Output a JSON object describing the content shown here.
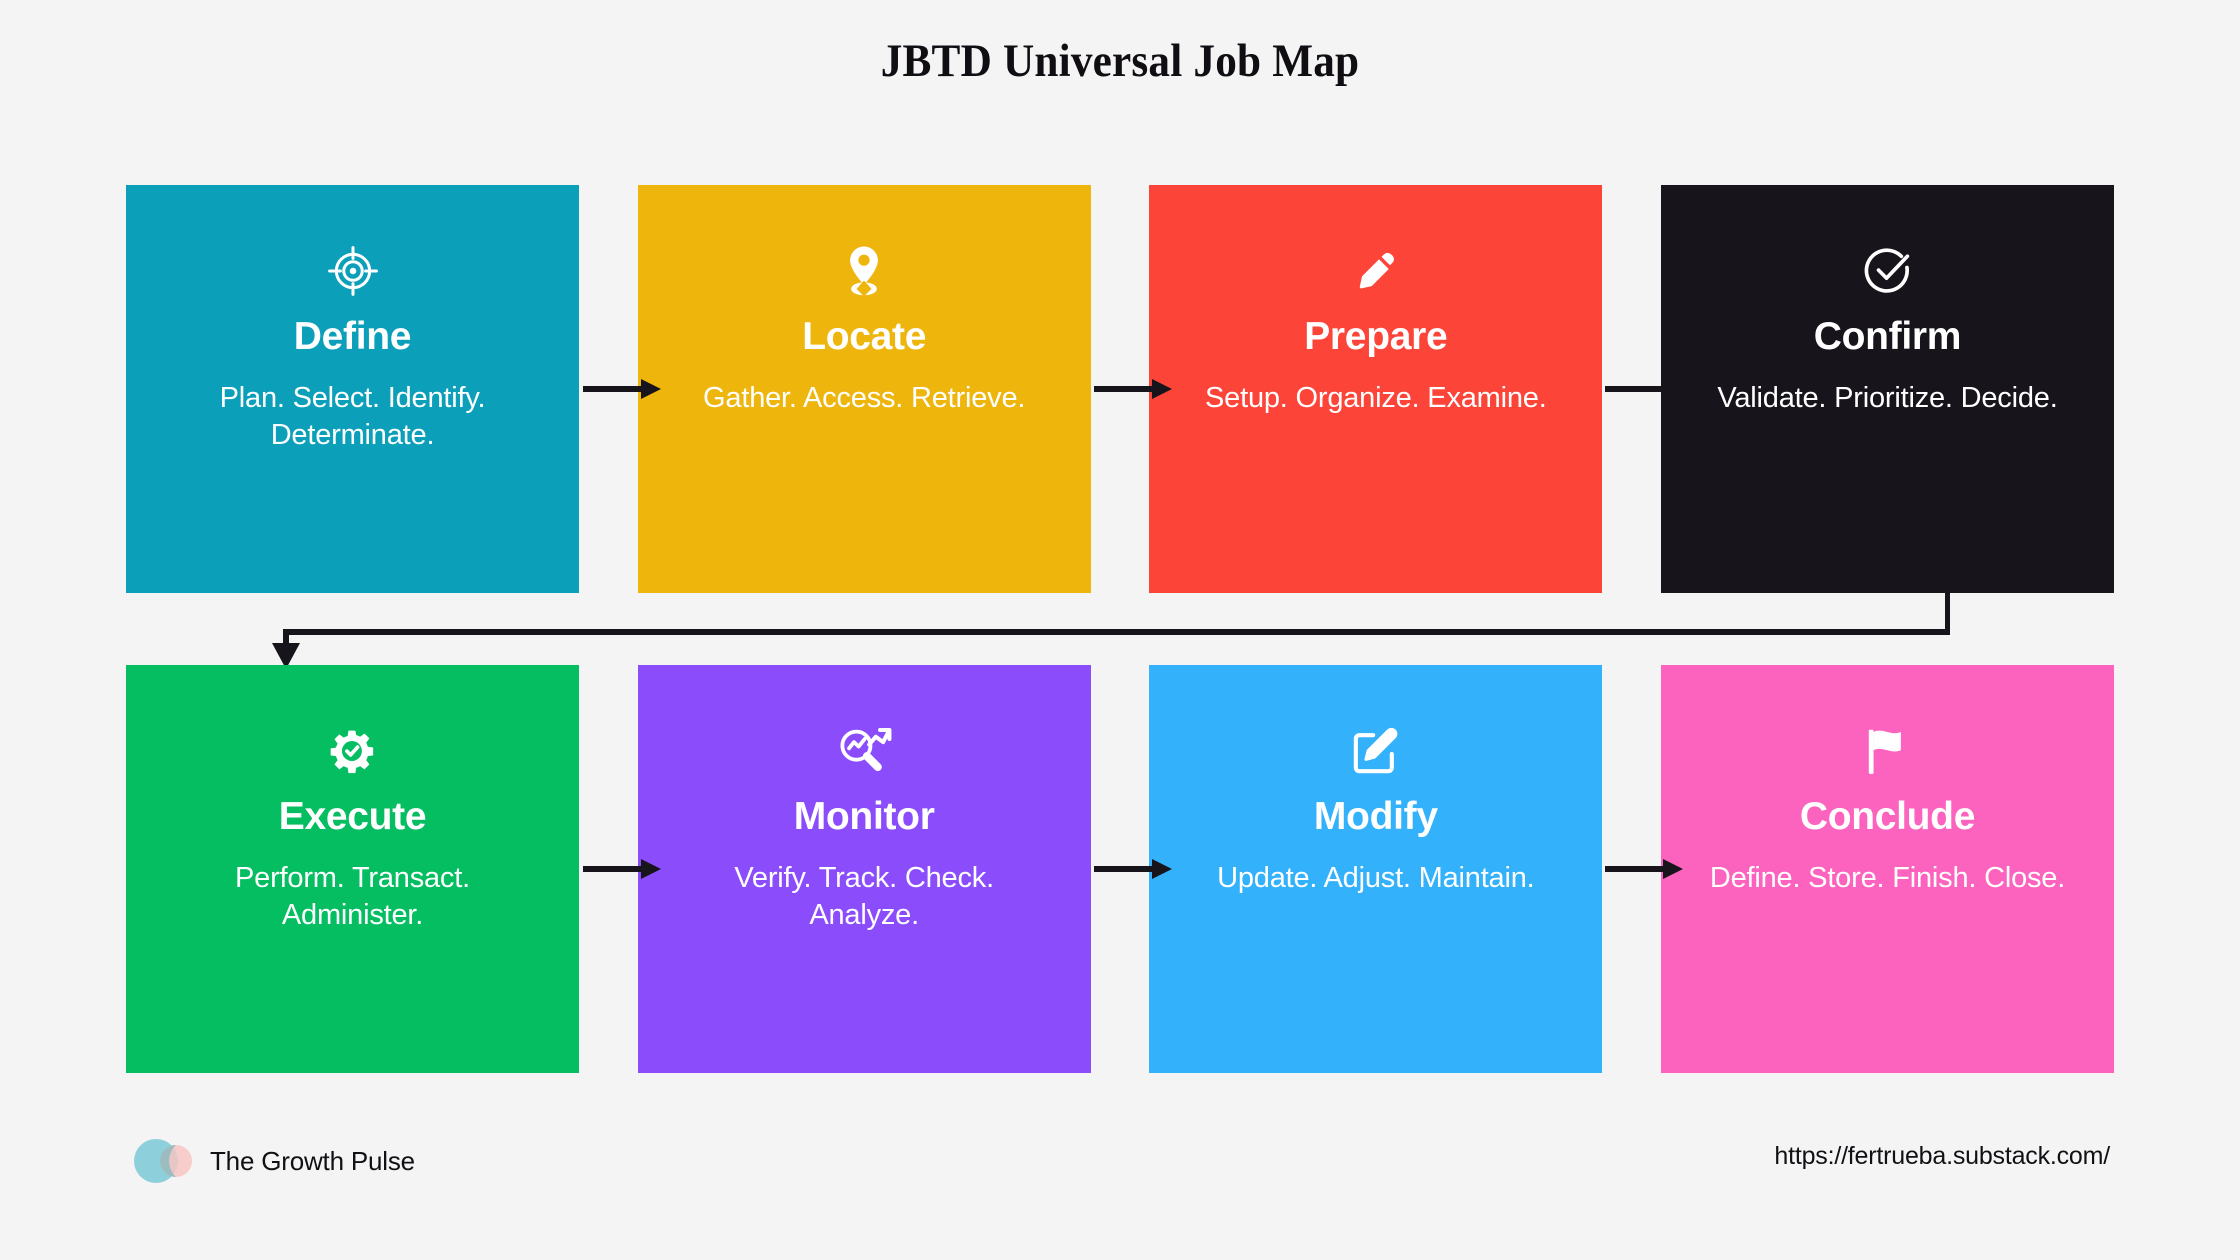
{
  "page": {
    "title": "JBTD Universal Job Map",
    "background_color": "#f4f4f4"
  },
  "diagram_data": {
    "type": "flow",
    "layout": "2 rows x 4 columns, left-to-right, wrapping",
    "connector_color": "#17141c",
    "stages": [
      {
        "order": 1,
        "name": "Define",
        "description": "Plan. Select. Identify. Determinate.",
        "icon": "target-crosshair-icon",
        "color": "#0c9fba",
        "text_color": "#ffffff"
      },
      {
        "order": 2,
        "name": "Locate",
        "description": "Gather. Access. Retrieve.",
        "icon": "map-pin-icon",
        "color": "#eeb50c",
        "text_color": "#ffffff"
      },
      {
        "order": 3,
        "name": "Prepare",
        "description": "Setup. Organize. Examine.",
        "icon": "pencil-icon",
        "color": "#fc4438",
        "text_color": "#ffffff"
      },
      {
        "order": 4,
        "name": "Confirm",
        "description": "Validate. Prioritize. Decide.",
        "icon": "check-circle-icon",
        "color": "#17141c",
        "text_color": "#ffffff"
      },
      {
        "order": 5,
        "name": "Execute",
        "description": "Perform. Transact. Administer.",
        "icon": "gear-check-icon",
        "color": "#04be61",
        "text_color": "#ffffff"
      },
      {
        "order": 6,
        "name": "Monitor",
        "description": "Verify. Track. Check. Analyze.",
        "icon": "magnifier-trend-icon",
        "color": "#8b4dfb",
        "text_color": "#ffffff"
      },
      {
        "order": 7,
        "name": "Modify",
        "description": "Update. Adjust. Maintain.",
        "icon": "edit-square-icon",
        "color": "#33b1fb",
        "text_color": "#ffffff"
      },
      {
        "order": 8,
        "name": "Conclude",
        "description": "Define. Store. Finish. Close.",
        "icon": "flag-icon",
        "color": "#fc63bf",
        "text_color": "#ffffff"
      }
    ]
  },
  "footer": {
    "brand_name": "The Growth Pulse",
    "brand_logo_icon": "two-overlapping-circles-logo",
    "brand_logo_colors": {
      "primary": "#8ecfdc",
      "secondary": "#f6c6c2",
      "overlap": "#9bbcc0"
    },
    "url": "https://fertrueba.substack.com/"
  }
}
